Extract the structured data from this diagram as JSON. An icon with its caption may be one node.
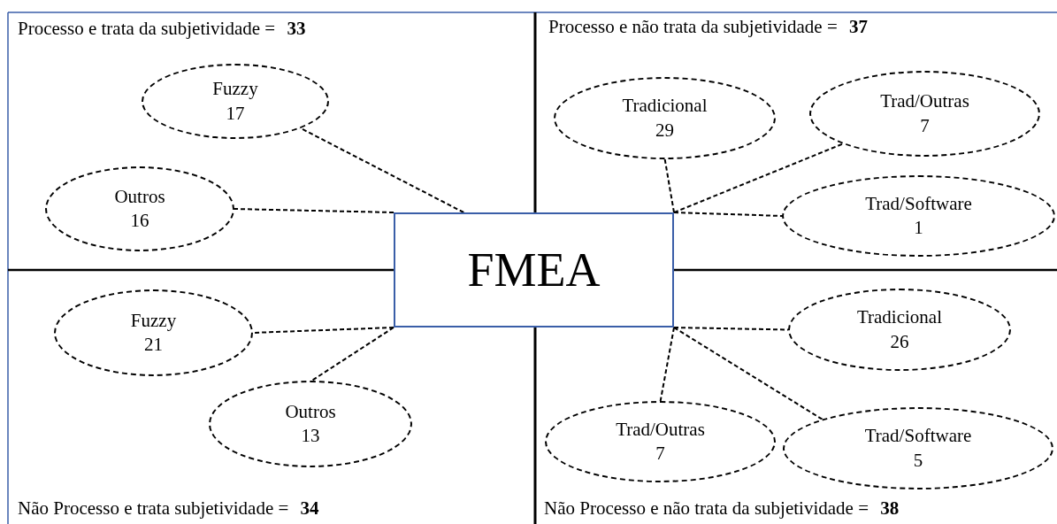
{
  "diagram": {
    "nodes": [
      {
        "text": [
          "FMEA"
        ]
      },
      {
        "text": [
          "Fuzzy",
          "17"
        ]
      },
      {
        "text": [
          "Outros",
          "16"
        ]
      },
      {
        "text": [
          "Tradicional",
          "29"
        ]
      },
      {
        "text": [
          "Trad/Outras",
          "7"
        ]
      },
      {
        "text": [
          "Trad/Software",
          "1"
        ]
      },
      {
        "text": [
          "Fuzzy",
          "21"
        ]
      },
      {
        "text": [
          "Outros",
          "13"
        ]
      },
      {
        "text": [
          "Tradicional",
          "26"
        ]
      },
      {
        "text": [
          "Trad/Outras",
          "7"
        ]
      },
      {
        "text": [
          "Trad/Software",
          "5"
        ]
      }
    ],
    "edges": [
      {
        "from": 0,
        "to": 1,
        "arrow": "none",
        "style": "dashed"
      },
      {
        "from": 0,
        "to": 2,
        "arrow": "none",
        "style": "dashed"
      },
      {
        "from": 0,
        "to": 3,
        "arrow": "none",
        "style": "dashed"
      },
      {
        "from": 0,
        "to": 4,
        "arrow": "none",
        "style": "dashed"
      },
      {
        "from": 0,
        "to": 5,
        "arrow": "none",
        "style": "dashed"
      },
      {
        "from": 0,
        "to": 6,
        "arrow": "none",
        "style": "dashed"
      },
      {
        "from": 0,
        "to": 7,
        "arrow": "none",
        "style": "dashed"
      },
      {
        "from": 0,
        "to": 8,
        "arrow": "none",
        "style": "dashed"
      },
      {
        "from": 0,
        "to": 9,
        "arrow": "none",
        "style": "dashed"
      },
      {
        "from": 0,
        "to": 10,
        "arrow": "none",
        "style": "dashed"
      }
    ],
    "labels": [
      "Processo e trata da subjetividade = **33**",
      "Processo e não trata da subjetividade = **37**",
      "Não Processo e trata subjetividade = **34**",
      "Não Processo e não trata da subjetividade = **38**"
    ]
  }
}
